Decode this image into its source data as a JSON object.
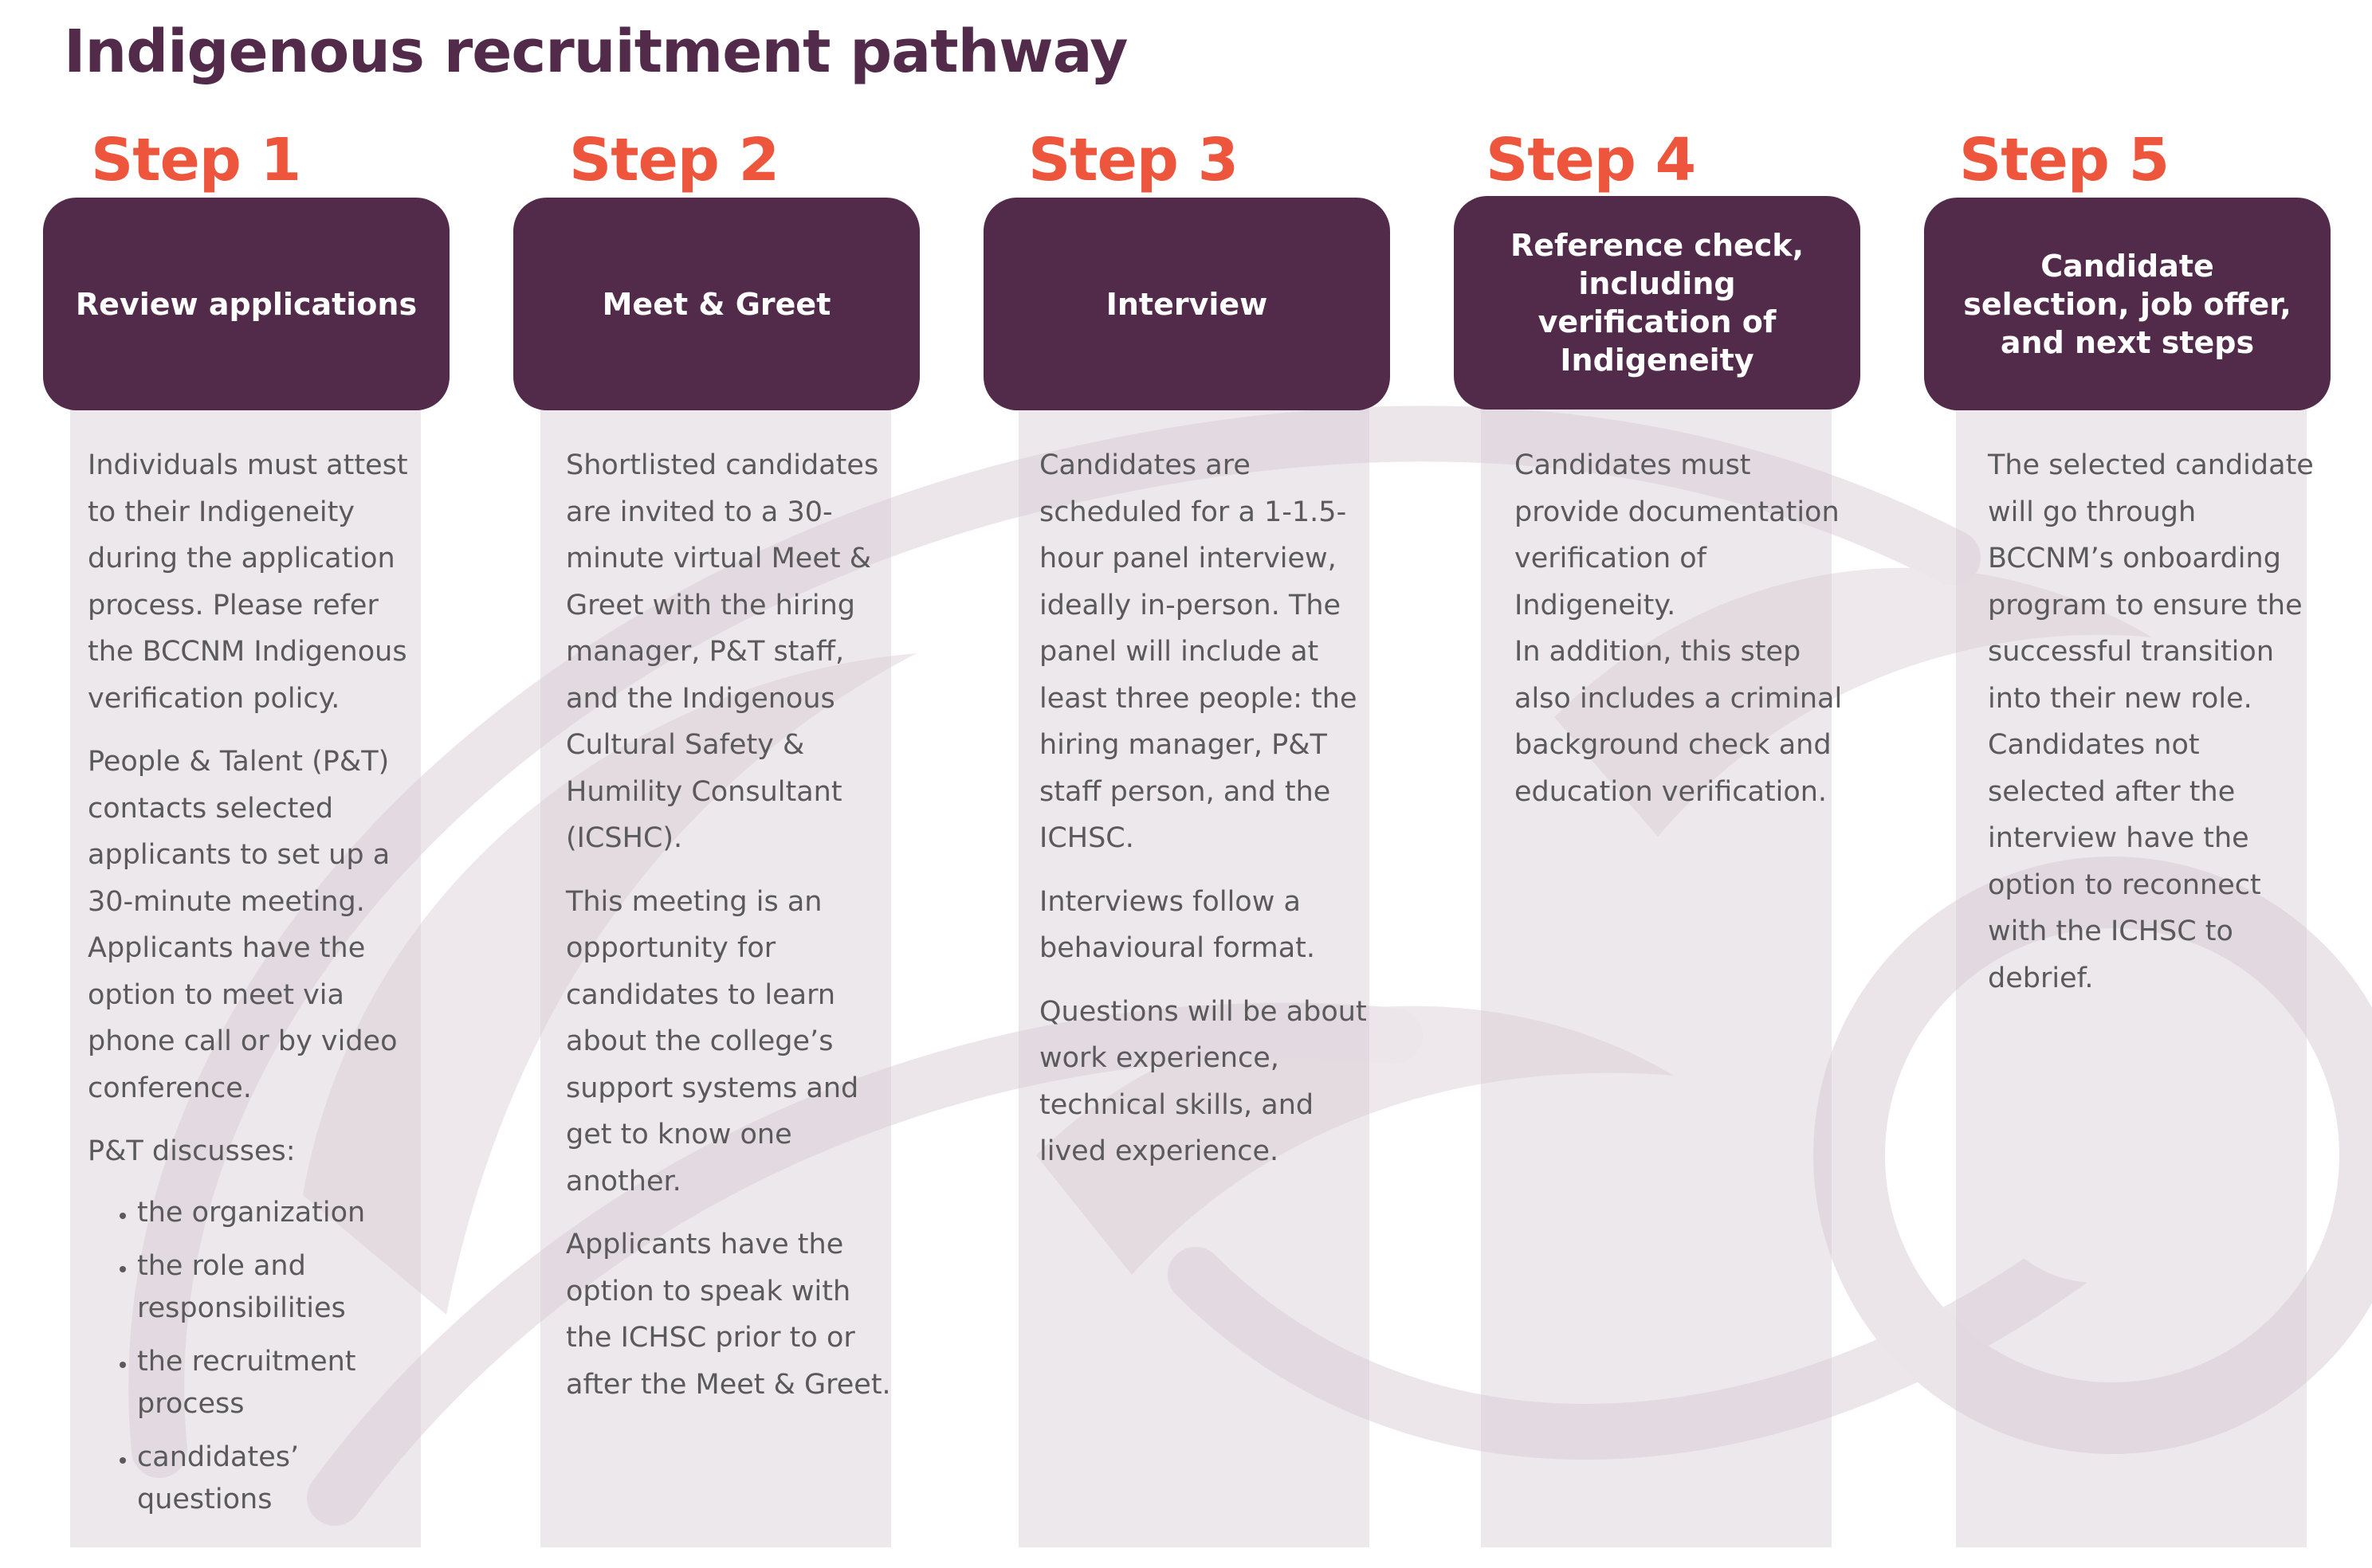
{
  "title": "Indigenous recruitment pathway",
  "colors": {
    "heading": "#522a4a",
    "step_label": "#ee553d",
    "header_box": "#522a4a",
    "column_bg": "#d6cdd4",
    "body_text": "#5a5a5a"
  },
  "steps": [
    {
      "label": "Step 1",
      "heading": "Review applications",
      "paragraphs": [
        "Individuals must attest to their Indigeneity during the application process. Please refer the BCCNM Indigenous verification policy.",
        "People & Talent (P&T) contacts selected applicants to set up a 30-minute meeting. Applicants have the option to meet via phone call or by video conference.",
        "P&T discusses:"
      ],
      "bullets": [
        "the organization",
        "the role and responsibilities",
        "the recruitment process",
        "candidates’ questions"
      ]
    },
    {
      "label": "Step 2",
      "heading": "Meet & Greet",
      "paragraphs": [
        "Shortlisted candidates are invited to a 30-minute virtual Meet & Greet with the hiring manager, P&T staff, and the Indigenous Cultural Safety & Humility Consultant (ICSHC).",
        "This meeting is an opportunity for candidates to learn about the college’s support systems and get to know one another.",
        "Applicants have the option to speak with the ICHSC prior to or after the Meet & Greet."
      ]
    },
    {
      "label": "Step 3",
      "heading": "Interview",
      "paragraphs": [
        "Candidates are scheduled for a 1-1.5-hour panel interview, ideally in-person. The panel will include at least three people: the hiring manager, P&T staff person, and the ICHSC.",
        "Interviews follow a behavioural format.",
        "Questions will be about work experience, technical skills, and lived experience."
      ]
    },
    {
      "label": "Step 4",
      "heading": "Reference check, including verification of Indigeneity",
      "paragraphs": [
        "Candidates must provide documentation verification of Indigeneity.",
        "In addition, this step also includes a criminal background check and education verification."
      ]
    },
    {
      "label": "Step 5",
      "heading": "Candidate selection, job offer, and next steps",
      "paragraphs": [
        "The selected candidate will go through BCCNM’s onboarding program to ensure the successful transition into their new role.",
        "Candidates not selected after the interview have the option to reconnect with the ICHSC to debrief."
      ]
    }
  ]
}
